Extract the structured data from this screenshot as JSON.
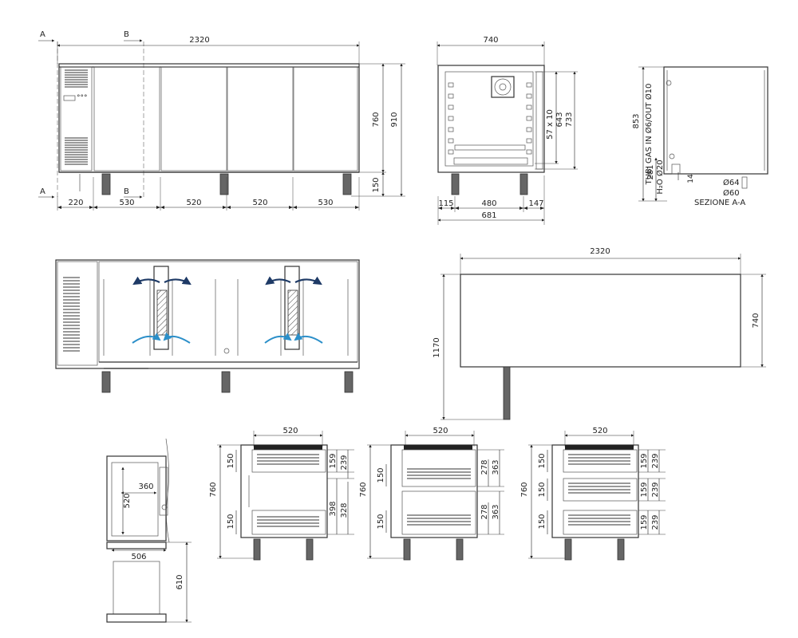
{
  "front_view": {
    "section_a": "A",
    "section_b": "B",
    "total_width": "2320",
    "height_760": "760",
    "height_910": "910",
    "leg_150": "150",
    "bottom_dims": [
      "220",
      "530",
      "520",
      "520",
      "530"
    ]
  },
  "side_view": {
    "depth_740": "740",
    "shelves": "57 x 10",
    "h643": "643",
    "h733": "733",
    "d115": "115",
    "d480": "480",
    "d147": "147",
    "d681": "681"
  },
  "section_view": {
    "gas": "TUBI GAS IN Ø6/OUT Ø10",
    "h853": "853",
    "h281": "281",
    "water": "H₂O Ø20",
    "d14": "14",
    "phi64": "Ø64",
    "phi60": "Ø60",
    "caption": "SEZIONE A-A"
  },
  "top_view": {
    "width": "2320",
    "depth": "740",
    "depth_door": "1170"
  },
  "tray_view": {
    "w360": "360",
    "h520": "520",
    "w506": "506",
    "h610": "610"
  },
  "drawer_views": [
    {
      "w": "520",
      "h": "760",
      "left_top": "150",
      "left_bottom": "150",
      "r1": "159",
      "r2": "239",
      "r3": "398",
      "r4": "328"
    },
    {
      "w": "520",
      "h": "760",
      "left_top": "150",
      "left_bottom": "150",
      "r1": "278",
      "r2": "363",
      "r3": "278",
      "r4": "363"
    },
    {
      "w": "520",
      "h": "760",
      "left_top": "150",
      "left_mid": "150",
      "left_bottom": "150",
      "r1": "159",
      "r2": "239",
      "r3": "159",
      "r4": "239",
      "r5": "159",
      "r6": "239"
    }
  ]
}
